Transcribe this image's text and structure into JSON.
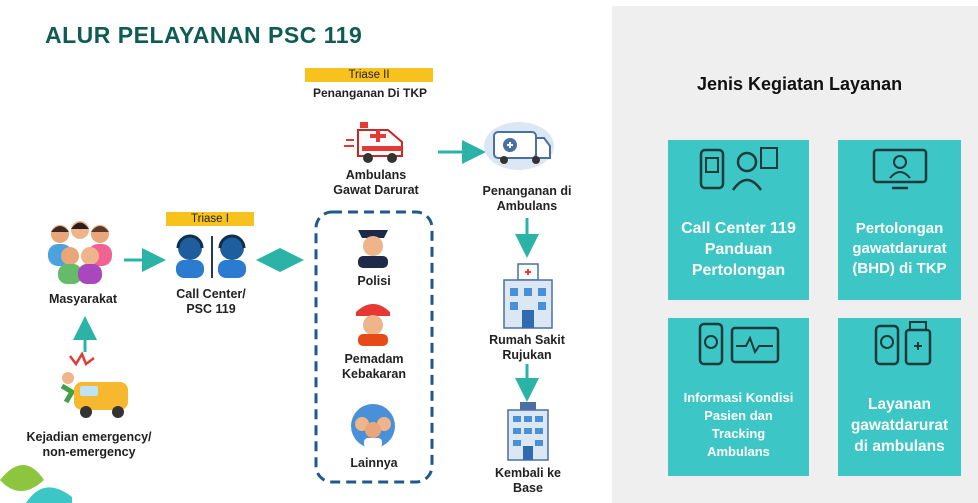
{
  "title": "ALUR PELAYANAN PSC 119",
  "triase1": "Triase I",
  "triase2": {
    "badge": "Triase II",
    "subtitle": "Penanganan Di TKP"
  },
  "nodes": {
    "masyarakat": "Masyarakat",
    "call_center": "Call Center/\nPSC 119",
    "kejadian": "Kejadian emergency/\nnon-emergency",
    "ambulans": "Ambulans\nGawat Darurat",
    "polisi": "Polisi",
    "pemadam": "Pemadam\nKebakaran",
    "lainnya": "Lainnya",
    "penanganan_ambulans": "Penanganan di\nAmbulans",
    "rumah_sakit": "Rumah Sakit\nRujukan",
    "kembali": "Kembali ke\nBase"
  },
  "right_panel": {
    "title": "Jenis Kegiatan Layanan",
    "cards": [
      {
        "label": "Call Center 119\nPanduan\nPertolongan",
        "icon": "phone-doctor-icon"
      },
      {
        "label": "Pertolongan\ngawatdarurat\n(BHD) di TKP",
        "icon": "monitor-doctor-icon"
      },
      {
        "label": "Informasi Kondisi\nPasien dan\nTracking\nAmbulans",
        "icon": "phone-monitor-icon"
      },
      {
        "label": "Layanan\ngawatdarurat\ndi ambulans",
        "icon": "phone-medicine-icon"
      }
    ]
  },
  "colors": {
    "teal": "#3cc6c6",
    "arrow": "#2bb3a8",
    "title": "#0f5c54",
    "triase": "#f7c21e",
    "dashed": "#1f5a8a"
  }
}
